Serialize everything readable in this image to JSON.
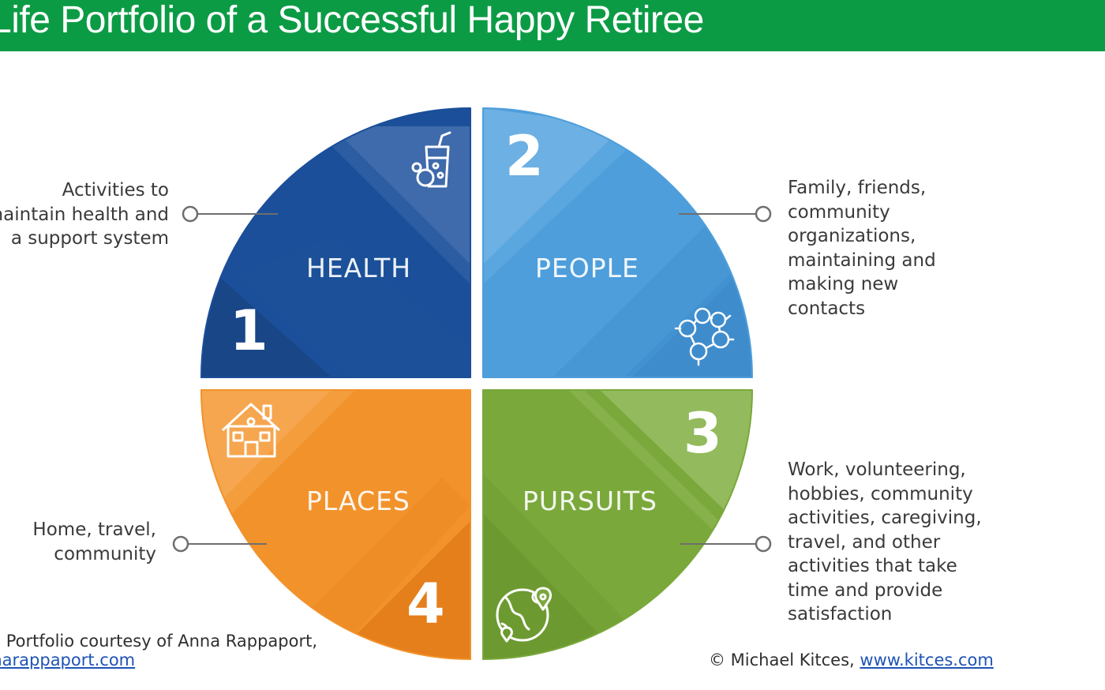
{
  "header": {
    "title": "Life Portfolio of a Successful Happy Retiree"
  },
  "quadrants": [
    {
      "id": "health",
      "label": "HEALTH",
      "number": "1",
      "color": "#1e5ba8",
      "icon": "drink-glass-icon",
      "description": [
        "Activities to",
        "maintain health and",
        "a support system"
      ]
    },
    {
      "id": "people",
      "label": "PEOPLE",
      "number": "2",
      "color": "#4ea1dd",
      "icon": "people-network-icon",
      "description": [
        "Family, friends,",
        "community",
        "organizations,",
        "maintaining and",
        "making new",
        "contacts"
      ]
    },
    {
      "id": "pursuits",
      "label": "PURSUITS",
      "number": "3",
      "color": "#7fad3e",
      "icon": "globe-location-icon",
      "description": [
        "Work, volunteering,",
        "hobbies, community",
        "activities, caregiving,",
        "travel, and other",
        "activities that take",
        "time and provide",
        "satisfaction"
      ]
    },
    {
      "id": "places",
      "label": "PLACES",
      "number": "4",
      "color": "#f2922b",
      "icon": "house-icon",
      "description": [
        "Home, travel,",
        "community"
      ]
    }
  ],
  "credits": {
    "left_line1": "Life Portfolio courtesy of Anna Rappaport,",
    "left_link": "annarappaport.com",
    "right_prefix": "© Michael Kitces, ",
    "right_link": "www.kitces.com"
  }
}
